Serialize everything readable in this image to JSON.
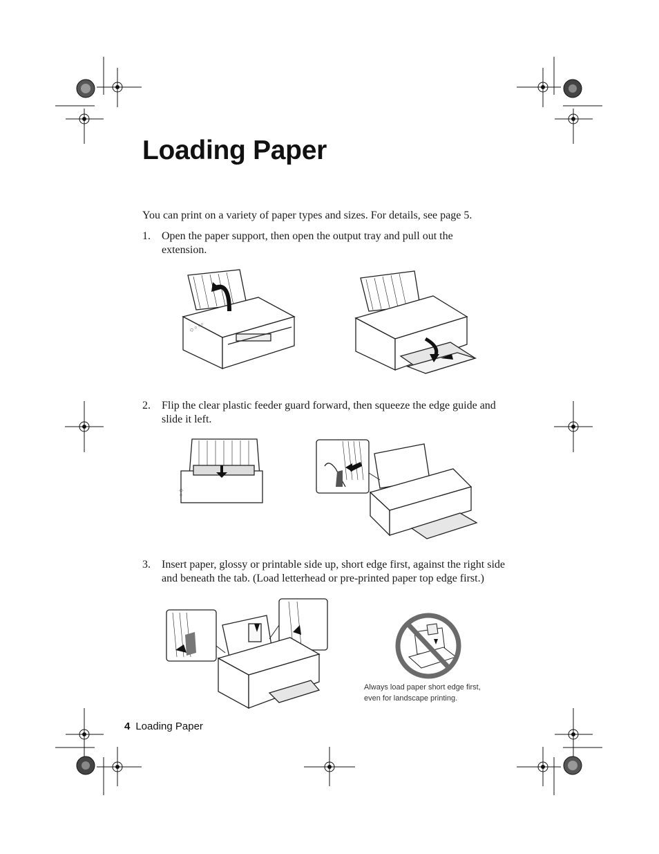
{
  "page": {
    "title": "Loading Paper",
    "intro": "You can print on a variety of paper types and sizes. For details, see page 5.",
    "steps": [
      {
        "number": "1.",
        "text": "Open the paper support, then open the output tray and pull out the extension."
      },
      {
        "number": "2.",
        "text": "Flip the clear plastic feeder guard forward, then squeeze the edge guide and slide it left."
      },
      {
        "number": "3.",
        "text": "Insert paper, glossy or printable side up, short edge first, against the right side and beneath the tab. (Load letterhead or pre-printed paper top edge first.)"
      }
    ],
    "caption": "Always load paper short edge first, even for landscape printing.",
    "footer": {
      "page_number": "4",
      "section": "Loading Paper"
    }
  }
}
